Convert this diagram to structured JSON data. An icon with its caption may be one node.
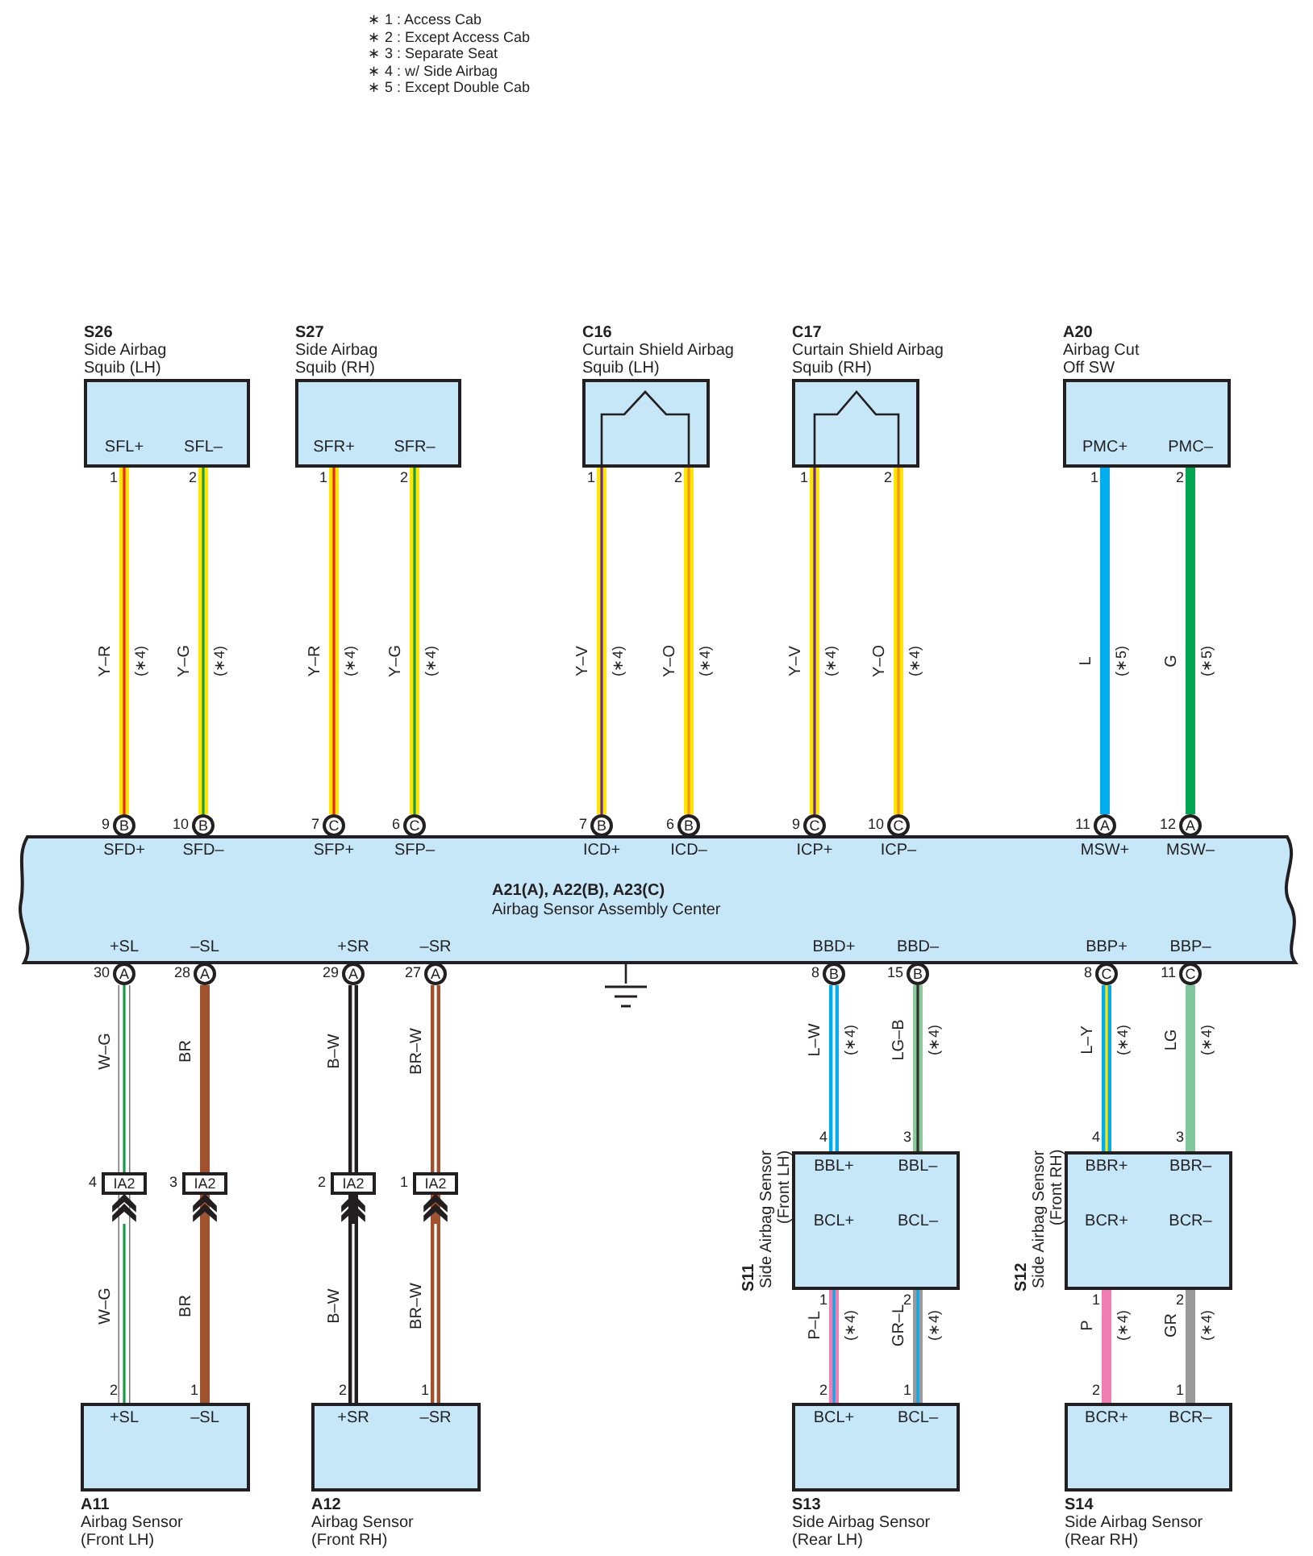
{
  "diagram": {
    "nodes": [
      {
        "text": [
          "S26",
          "Side Airbag Squib (LH)",
          "SFL+",
          "SFL–"
        ],
        "beside": [
          "1",
          "2"
        ]
      },
      {
        "text": [
          "S27",
          "Side Airbag Squib (RH)",
          "SFR+",
          "SFR–"
        ],
        "beside": [
          "1",
          "2"
        ]
      },
      {
        "text": [
          "C16",
          "Curtain Shield Airbag Squib (LH)"
        ],
        "beside": [
          "1",
          "2"
        ]
      },
      {
        "text": [
          "C17",
          "Curtain Shield Airbag Squib (RH)"
        ],
        "beside": [
          "1",
          "2"
        ]
      },
      {
        "text": [
          "A20",
          "Airbag Cut Off SW",
          "PMC+",
          "PMC–"
        ],
        "beside": [
          "1",
          "2"
        ]
      },
      {
        "text": [
          "A21(A), A22(B), A23(C)",
          "Airbag Sensor Assembly Center",
          "SFD+",
          "SFD–",
          "SFP+",
          "SFP–",
          "ICD+",
          "ICD–",
          "ICP+",
          "ICP–",
          "MSW+",
          "MSW–",
          "+SL",
          "–SL",
          "+SR",
          "–SR",
          "BBD+",
          "BBD–",
          "BBP+",
          "BBP–"
        ]
      },
      {
        "text": [
          "B"
        ],
        "beside": [
          "9"
        ]
      },
      {
        "text": [
          "B"
        ],
        "beside": [
          "10"
        ]
      },
      {
        "text": [
          "C"
        ],
        "beside": [
          "7"
        ]
      },
      {
        "text": [
          "C"
        ],
        "beside": [
          "6"
        ]
      },
      {
        "text": [
          "B"
        ],
        "beside": [
          "7"
        ]
      },
      {
        "text": [
          "B"
        ],
        "beside": [
          "6"
        ]
      },
      {
        "text": [
          "C"
        ],
        "beside": [
          "9"
        ]
      },
      {
        "text": [
          "C"
        ],
        "beside": [
          "10"
        ]
      },
      {
        "text": [
          "A"
        ],
        "beside": [
          "11"
        ]
      },
      {
        "text": [
          "A"
        ],
        "beside": [
          "12"
        ]
      },
      {
        "text": [
          "A"
        ],
        "beside": [
          "30"
        ]
      },
      {
        "text": [
          "A"
        ],
        "beside": [
          "28"
        ]
      },
      {
        "text": [
          "A"
        ],
        "beside": [
          "29"
        ]
      },
      {
        "text": [
          "A"
        ],
        "beside": [
          "27"
        ]
      },
      {
        "text": [
          "B"
        ],
        "beside": [
          "8"
        ]
      },
      {
        "text": [
          "B"
        ],
        "beside": [
          "15"
        ]
      },
      {
        "text": [
          "C"
        ],
        "beside": [
          "8"
        ]
      },
      {
        "text": [
          "C"
        ],
        "beside": [
          "11"
        ]
      },
      {
        "text": [
          "IA2"
        ],
        "beside": [
          "4"
        ]
      },
      {
        "text": [
          "IA2"
        ],
        "beside": [
          "3"
        ]
      },
      {
        "text": [
          "IA2"
        ],
        "beside": [
          "2"
        ]
      },
      {
        "text": [
          "IA2"
        ],
        "beside": [
          "1"
        ]
      },
      {
        "text": [
          "+SL",
          "–SL",
          "A11",
          "Airbag Sensor (Front LH)"
        ],
        "beside": [
          "2",
          "1"
        ]
      },
      {
        "text": [
          "+SR",
          "–SR",
          "A12",
          "Airbag Sensor (Front RH)"
        ],
        "beside": [
          "2",
          "1"
        ]
      },
      {
        "text": [
          "S11",
          "Side Airbag Sensor (Front LH)",
          "BBL+",
          "BBL–",
          "BCL+",
          "BCL–"
        ],
        "beside": [
          "4",
          "3",
          "1",
          "2"
        ]
      },
      {
        "text": [
          "S12",
          "Side Airbag Sensor (Front RH)",
          "BBR+",
          "BBR–",
          "BCR+",
          "BCR–"
        ],
        "beside": [
          "4",
          "3",
          "1",
          "2"
        ]
      },
      {
        "text": [
          "BCL+",
          "BCL–",
          "S13",
          "Side Airbag Sensor (Rear LH)"
        ],
        "beside": [
          "2",
          "1"
        ]
      },
      {
        "text": [
          "BCR+",
          "BCR–",
          "S14",
          "Side Airbag Sensor (Rear RH)"
        ],
        "beside": [
          "2",
          "1"
        ]
      },
      {
        "text": [],
        "shape": "ground"
      }
    ],
    "edges": [
      {
        "from": 0,
        "to": 6,
        "arrow": "none",
        "label": "Y–R",
        "color": "#ffe600"
      },
      {
        "from": 0,
        "to": 7,
        "arrow": "none",
        "label": "Y–G",
        "color": "#ffe600"
      },
      {
        "from": 1,
        "to": 8,
        "arrow": "none",
        "label": "Y–R",
        "color": "#ffe600"
      },
      {
        "from": 1,
        "to": 9,
        "arrow": "none",
        "label": "Y–G",
        "color": "#ffe600"
      },
      {
        "from": 2,
        "to": 10,
        "arrow": "none",
        "label": "Y–V",
        "color": "#ffe600"
      },
      {
        "from": 2,
        "to": 11,
        "arrow": "none",
        "label": "Y–O",
        "color": "#ffe600"
      },
      {
        "from": 3,
        "to": 12,
        "arrow": "none",
        "label": "Y–V",
        "color": "#ffe600"
      },
      {
        "from": 3,
        "to": 13,
        "arrow": "none",
        "label": "Y–O",
        "color": "#ffe600"
      },
      {
        "from": 4,
        "to": 14,
        "arrow": "none",
        "label": "L",
        "color": "#00aeef"
      },
      {
        "from": 4,
        "to": 15,
        "arrow": "none",
        "label": "G",
        "color": "#00a651"
      },
      {
        "from": 16,
        "to": 24,
        "arrow": "none",
        "label": "W–G",
        "color": "#ffffff"
      },
      {
        "from": 17,
        "to": 25,
        "arrow": "none",
        "label": "BR",
        "color": "#a0522d"
      },
      {
        "from": 18,
        "to": 26,
        "arrow": "none",
        "label": "B–W",
        "color": "#231f20"
      },
      {
        "from": 19,
        "to": 27,
        "arrow": "none",
        "label": "BR–W",
        "color": "#a0522d"
      },
      {
        "from": 28,
        "to": 24,
        "arrow": "to",
        "label": "W–G",
        "color": "#ffffff"
      },
      {
        "from": 28,
        "to": 25,
        "arrow": "to",
        "label": "BR",
        "color": "#a0522d"
      },
      {
        "from": 29,
        "to": 26,
        "arrow": "to",
        "label": "B–W",
        "color": "#231f20"
      },
      {
        "from": 29,
        "to": 27,
        "arrow": "to",
        "label": "BR–W",
        "color": "#a0522d"
      },
      {
        "from": 20,
        "to": 30,
        "arrow": "none",
        "label": "L–W",
        "color": "#00aeef"
      },
      {
        "from": 21,
        "to": 30,
        "arrow": "none",
        "label": "LG–B",
        "color": "#8cc99a"
      },
      {
        "from": 22,
        "to": 31,
        "arrow": "none",
        "label": "L–Y",
        "color": "#00aeef"
      },
      {
        "from": 23,
        "to": 31,
        "arrow": "none",
        "label": "LG",
        "color": "#80c89c"
      },
      {
        "from": 30,
        "to": 32,
        "arrow": "none",
        "label": "P–L",
        "color": "#f07eb3"
      },
      {
        "from": 30,
        "to": 32,
        "arrow": "none",
        "label": "GR–L",
        "color": "#9a9a9a"
      },
      {
        "from": 31,
        "to": 33,
        "arrow": "none",
        "label": "P",
        "color": "#f07eb3"
      },
      {
        "from": 31,
        "to": 33,
        "arrow": "none",
        "label": "GR",
        "color": "#9a9a9a"
      },
      {
        "from": 5,
        "to": 34,
        "arrow": "none",
        "color": "#231f20"
      }
    ],
    "labels": [
      "∗ 1 : Access Cab",
      "∗ 2 : Except Access Cab",
      "∗ 3 : Separate Seat",
      "∗ 4 : w/ Side Airbag",
      "∗ 5 : Except Double Cab",
      "(∗4)",
      "(∗4)",
      "(∗4)",
      "(∗4)",
      "(∗4)",
      "(∗4)",
      "(∗4)",
      "(∗4)",
      "(∗5)",
      "(∗5)",
      "(∗4)",
      "(∗4)",
      "(∗4)",
      "(∗4)",
      "(∗4)",
      "(∗4)",
      "(∗4)",
      "(∗4)"
    ]
  }
}
